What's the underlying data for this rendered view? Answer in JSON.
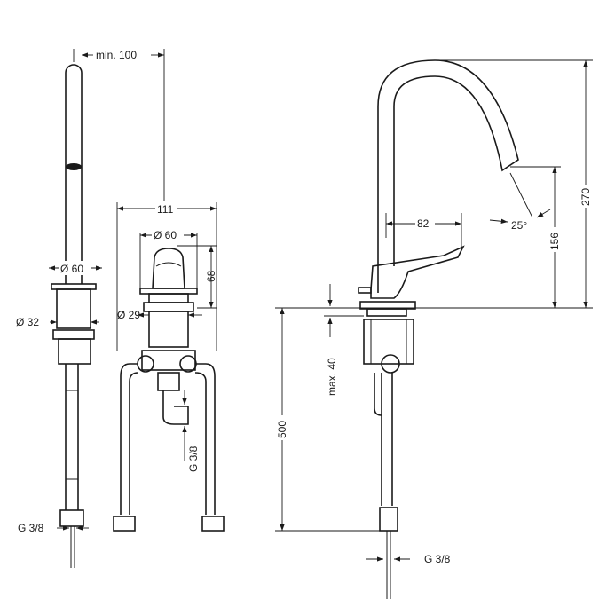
{
  "drawing": {
    "dimensions": {
      "min_distance": "min. 100",
      "width_111": "111",
      "diameter_60_left": "Ø 60",
      "diameter_60_mid": "Ø 60",
      "height_68": "68",
      "diameter_32": "Ø 32",
      "diameter_29": "Ø 29",
      "thread_left": "G 3/8",
      "thread_mid": "G 3/8",
      "thread_right": "G 3/8",
      "reach_82": "82",
      "angle_25": "25°",
      "height_156": "156",
      "height_270": "270",
      "length_500": "500",
      "max_40": "max. 40"
    }
  }
}
